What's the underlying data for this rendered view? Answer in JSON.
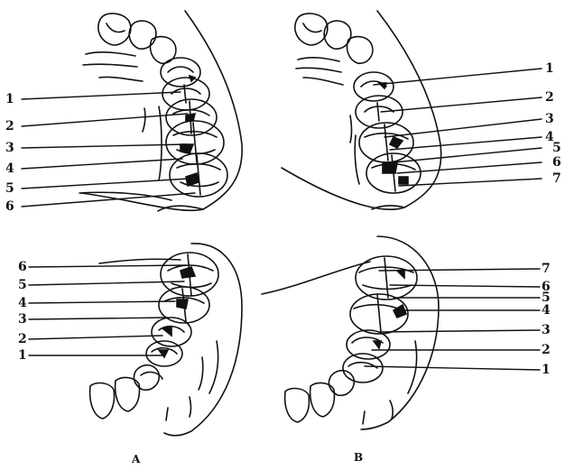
{
  "panels": [
    {
      "caption": "A",
      "upper_labels": [
        "1",
        "2",
        "3",
        "4",
        "5",
        "6"
      ],
      "lower_labels": [
        "6",
        "5",
        "4",
        "3",
        "2",
        "1"
      ]
    },
    {
      "caption": "B",
      "upper_labels": [
        "1",
        "2",
        "3",
        "4",
        "5",
        "6",
        "7"
      ],
      "lower_labels": [
        "7",
        "6",
        "5",
        "4",
        "3",
        "2",
        "1"
      ]
    }
  ],
  "colors": {
    "ink": "#111111",
    "background": "#ffffff"
  }
}
